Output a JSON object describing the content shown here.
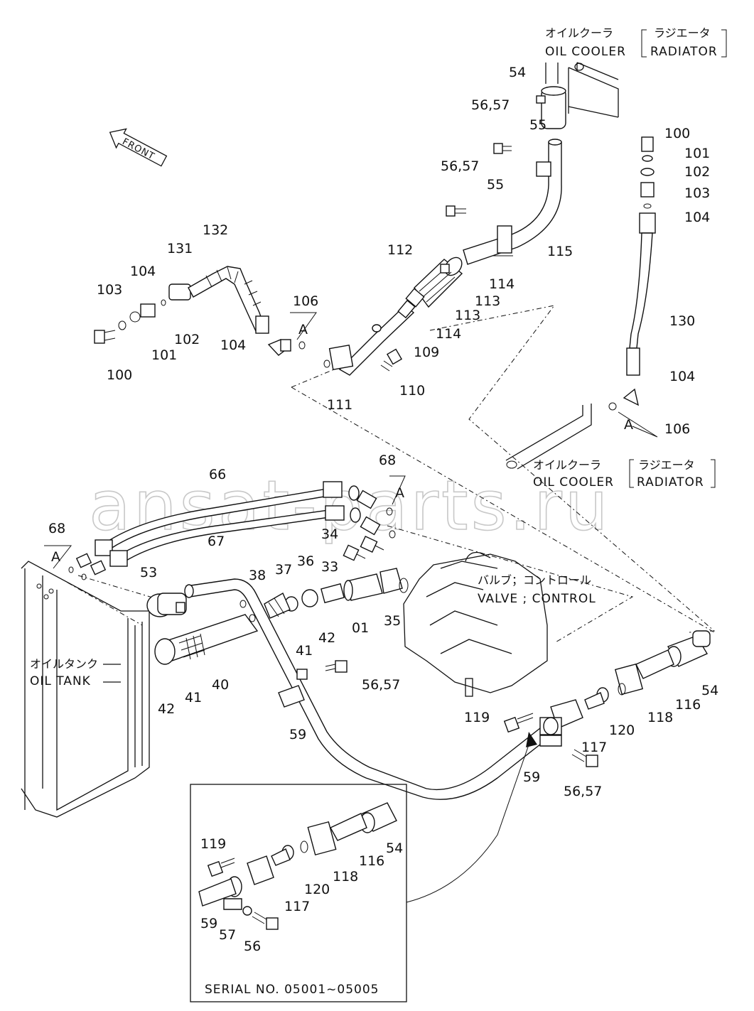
{
  "labels": {
    "oil_cooler_top_jp": "オイルクーラ",
    "oil_cooler_top_en": "OIL COOLER",
    "radiator_top_jp": "ラジエータ",
    "radiator_top_en": "RADIATOR",
    "oil_cooler_mid_jp": "オイルクーラ",
    "oil_cooler_mid_en": "OIL COOLER",
    "radiator_mid_jp": "ラジエータ",
    "radiator_mid_en": "RADIATOR",
    "valve_jp": "バルブ；コントロール",
    "valve_en": "VALVE ; CONTROL",
    "oil_tank_jp": "オイルタンク",
    "oil_tank_en": "OIL TANK",
    "front": "FRONT",
    "serial": "SERIAL  NO.  05001~05005",
    "watermark": "ansat-parts.ru"
  },
  "part_numbers": {
    "p54_top": "54",
    "p5657_a": "56,57",
    "p55_a": "55",
    "p5657_b": "56,57",
    "p55_b": "55",
    "p115": "115",
    "p112": "112",
    "p114_a": "114",
    "p113_a": "113",
    "p113_b": "113",
    "p114_b": "114",
    "p109": "109",
    "p110": "110",
    "p111": "111",
    "p106_a": "106",
    "pA_a": "A",
    "p132": "132",
    "p131": "131",
    "p104_a": "104",
    "p103_a": "103",
    "p102_a": "102",
    "p101_a": "101",
    "p100_a": "100",
    "p104_b": "104",
    "p100_r": "100",
    "p101_r": "101",
    "p102_r": "102",
    "p103_r": "103",
    "p104_r": "104",
    "p130": "130",
    "p104_c": "104",
    "pA_b": "A",
    "p106_b": "106",
    "p66": "66",
    "p68_a": "68",
    "pA_c": "A",
    "p68_b": "68",
    "pA_d": "A",
    "p67": "67",
    "p34": "34",
    "p33": "33",
    "p53": "53",
    "p38": "38",
    "p37": "37",
    "p36": "36",
    "p42_a": "42",
    "p41_a": "41",
    "p01": "01",
    "p35": "35",
    "p40": "40",
    "p41_b": "41",
    "p42_b": "42",
    "p5657_c": "56,57",
    "p59_a": "59",
    "p54_r": "54",
    "p116": "116",
    "p118": "118",
    "p119": "119",
    "p120": "120",
    "p117": "117",
    "p59_b": "59",
    "p5657_d": "56,57",
    "i119": "119",
    "i54": "54",
    "i116": "116",
    "i118": "118",
    "i120": "120",
    "i117": "117",
    "i59": "59",
    "i57": "57",
    "i56": "56"
  }
}
